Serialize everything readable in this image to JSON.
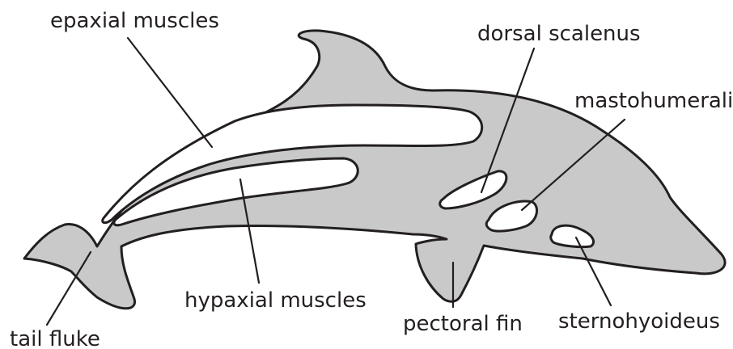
{
  "labels": {
    "epaxial": "epaxial muscles",
    "dorsal_scalenus": "dorsal scalenus",
    "mastohumeralis": "mastohumeralis",
    "hypaxial": "hypaxial muscles",
    "pectoral_fin": "pectoral fin",
    "sternohyoideus": "sternohyoideus",
    "tail_fluke": "tail fluke"
  },
  "colors": {
    "body": "#c9c9c9",
    "muscle": "#ffffff",
    "outline": "#231f20"
  }
}
